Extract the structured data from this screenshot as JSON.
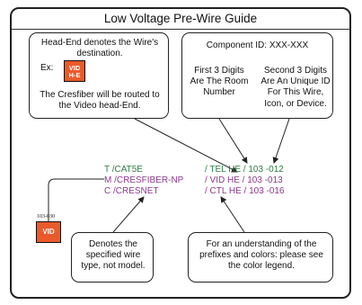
{
  "title": "Low Voltage Pre-Wire Guide",
  "head_end_callout": {
    "line1": "Head-End denotes the Wire's destination.",
    "ex_label": "Ex:",
    "badge_line1": "VID",
    "badge_line2": "H-E",
    "line2": "The Cresfiber will be routed to the Video head-End."
  },
  "component_callout": {
    "title": "Component ID: XXX-XXX",
    "first": "First 3 Digits Are The Room Number",
    "second": "Second 3 Digits Are An Unique ID For This Wire, Icon, or Device."
  },
  "wires": [
    {
      "type": "T /CAT5E",
      "dest": "/ TEL HE / 103 -012",
      "color": "#2e7d43"
    },
    {
      "type": "M /CRESFIBER-NP",
      "dest": "/ VID HE / 103 -013",
      "color": "#8a3a8c"
    },
    {
      "type": "C /CRESNET",
      "dest": "/ CTL HE / 103 -016",
      "color": "#8a3a8c"
    }
  ],
  "device_tag": {
    "number": "103-030",
    "label": "VID"
  },
  "wire_type_callout": "Denotes the specified wire type, not model.",
  "legend_callout": "For an understanding of the prefixes and colors: please see the color legend.",
  "colors": {
    "badge": "#ea5a2b",
    "green": "#2e7d43",
    "purple": "#8a3a8c"
  }
}
